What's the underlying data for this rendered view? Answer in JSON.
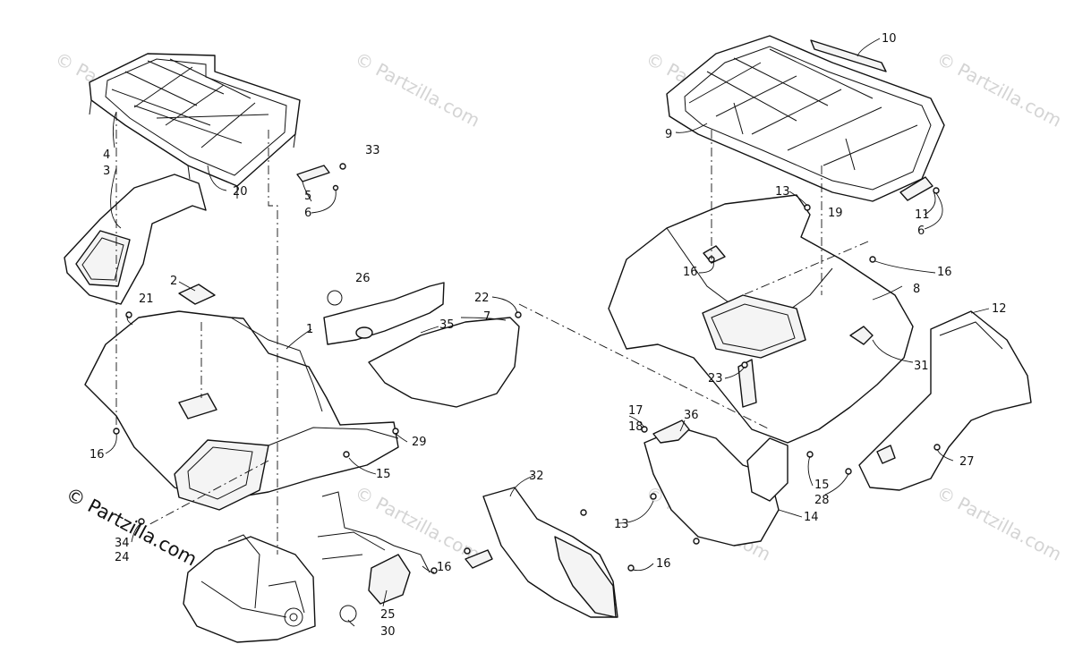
{
  "watermark": {
    "text": "© Partzilla.com"
  },
  "brand": {
    "text": "© Partzilla.com"
  },
  "callouts": {
    "c1": "1",
    "c2": "2",
    "c3": "3",
    "c4": "4",
    "c5": "5",
    "c6a": "6",
    "c6b": "6",
    "c7": "7",
    "c8": "8",
    "c9": "9",
    "c10": "10",
    "c11": "11",
    "c12": "12",
    "c13a": "13",
    "c13b": "13",
    "c14": "14",
    "c15a": "15",
    "c15b": "15",
    "c16a": "16",
    "c16b": "16",
    "c16c": "16",
    "c16d": "16",
    "c16e": "16",
    "c17": "17",
    "c18": "18",
    "c19": "19",
    "c20": "20",
    "c21": "21",
    "c22": "22",
    "c23": "23",
    "c24": "24",
    "c25": "25",
    "c26": "26",
    "c27": "27",
    "c28": "28",
    "c29": "29",
    "c30": "30",
    "c31": "31",
    "c32": "32",
    "c33": "33",
    "c34": "34",
    "c35": "35",
    "c36": "36"
  }
}
